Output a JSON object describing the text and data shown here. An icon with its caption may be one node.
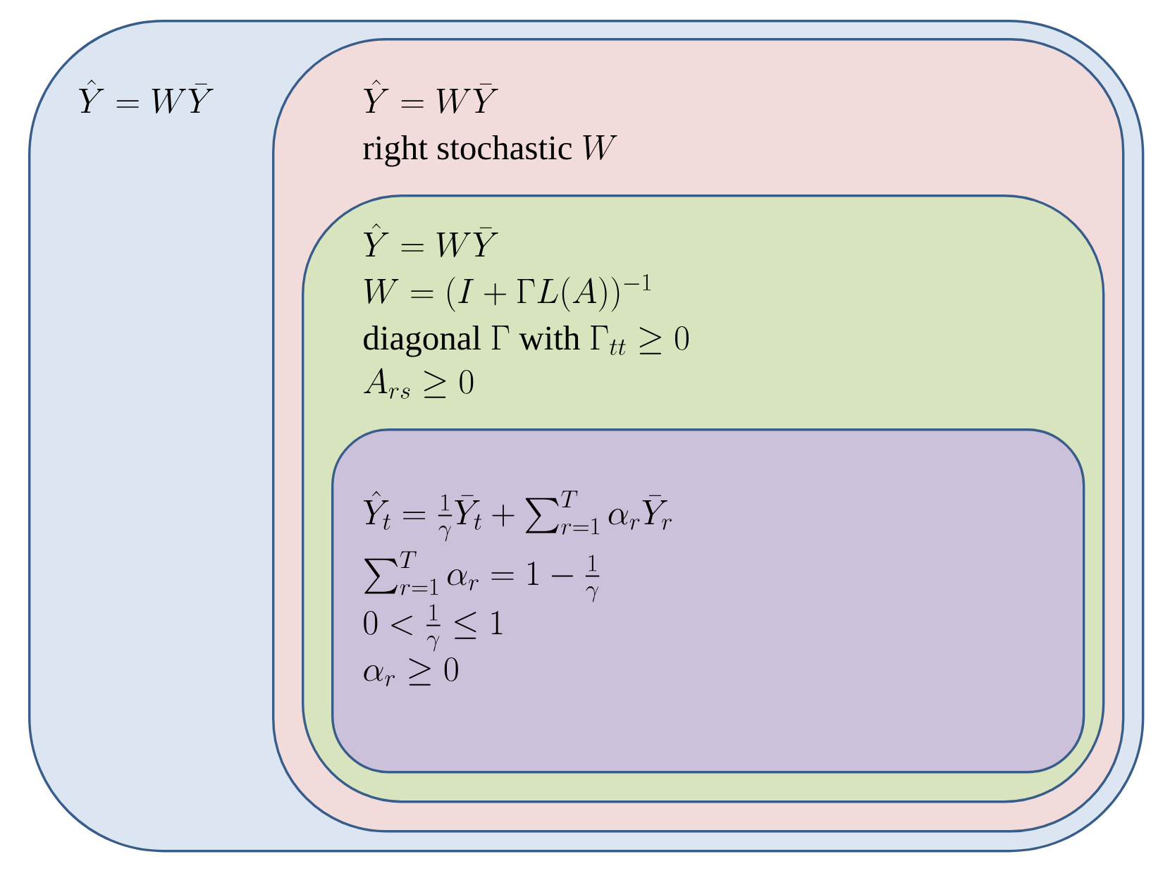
{
  "diagram": {
    "nodes": [
      {
        "text": [
          "\\hat{Y} = W\\bar{Y}"
        ]
      },
      {
        "text": [
          "\\hat{Y} = W\\bar{Y}",
          "\\text{right stochastic } W"
        ],
        "in": 0
      },
      {
        "text": [
          "\\hat{Y} = W\\bar{Y}",
          "W = (I + \\Gamma L(A))^{-1}",
          "\\text{diagonal } \\Gamma \\text{ with } \\Gamma_{tt} \\geq 0",
          "A_{rs} \\geq 0"
        ],
        "in": 1
      },
      {
        "text": [
          "\\hat{Y}_t = \\frac{1}{\\gamma}\\bar{Y}_t + \\sum_{r=1}^{T} \\alpha_r \\bar{Y}_r",
          "\\sum_{r=1}^{T} \\alpha_r = 1 - \\frac{1}{\\gamma}",
          "0 < \\frac{1}{\\gamma} \\leq 1",
          "\\alpha_r \\geq 0"
        ],
        "in": 2
      }
    ]
  }
}
